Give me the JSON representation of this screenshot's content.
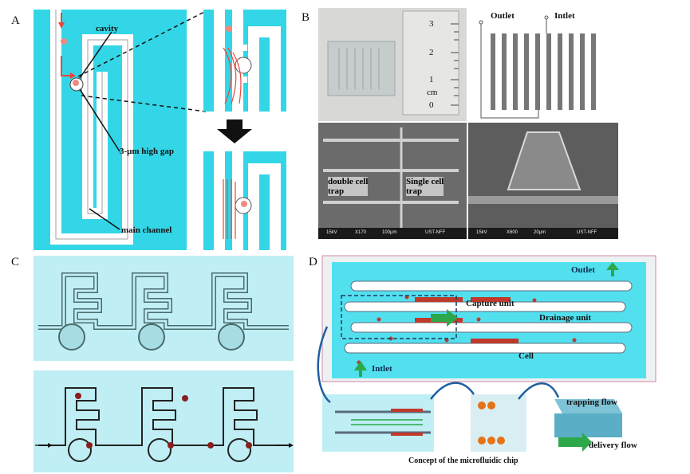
{
  "panel_letters": {
    "a": "A",
    "b": "B",
    "c": "C",
    "d": "D"
  },
  "panel_a": {
    "cavity": "cavity",
    "gap": "3-μm high gap",
    "main_channel": "main channel"
  },
  "panel_b": {
    "outlet": "Outlet",
    "inlet": "Intlet",
    "ruler_1": "1",
    "ruler_2": "2",
    "ruler_3": "3",
    "ruler_0": "0",
    "ruler_cm": "cm",
    "double_trap": "double cell\ntrap",
    "single_trap": "Single cell\ntrap",
    "sem1": {
      "kv": "15kV",
      "mag": "X170",
      "scale": "100μm",
      "lab": "UST-NFF"
    },
    "sem2": {
      "kv": "15kV",
      "mag": "X600",
      "scale": "20μm",
      "lab": "UST-NFF"
    }
  },
  "panel_d": {
    "outlet": "Outlet",
    "capture": "Capture unit",
    "drainage": "Drainage unit",
    "cell": "Cell",
    "inlet": "Intlet",
    "trapping": "trapping flow",
    "delivery": "delivery flow",
    "caption": "Concept of the microfluidic chip"
  },
  "colors": {
    "cyan": "#33d6e6",
    "light_cyan": "#bfeef4",
    "red": "#e8463c",
    "dark_red": "#8a1d1d",
    "gray": "#9a9a9a"
  }
}
